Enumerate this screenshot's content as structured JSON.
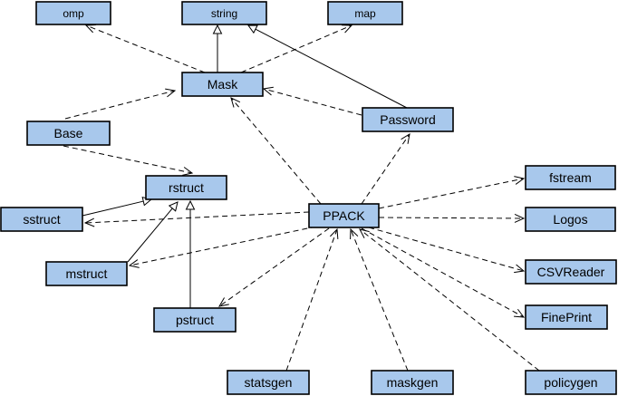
{
  "nodes": {
    "omp": {
      "label": "omp"
    },
    "string": {
      "label": "string"
    },
    "map": {
      "label": "map"
    },
    "mask": {
      "label": "Mask"
    },
    "base": {
      "label": "Base"
    },
    "password": {
      "label": "Password"
    },
    "rstruct": {
      "label": "rstruct"
    },
    "sstruct": {
      "label": "sstruct"
    },
    "ppack": {
      "label": "PPACK"
    },
    "fstream": {
      "label": "fstream"
    },
    "logos": {
      "label": "Logos"
    },
    "mstruct": {
      "label": "mstruct"
    },
    "csvreader": {
      "label": "CSVReader"
    },
    "pstruct": {
      "label": "pstruct"
    },
    "fineprint": {
      "label": "FinePrint"
    },
    "statsgen": {
      "label": "statsgen"
    },
    "maskgen": {
      "label": "maskgen"
    },
    "policygen": {
      "label": "policygen"
    }
  },
  "colors": {
    "node_fill": "#a8c8ec",
    "stroke": "#000000"
  },
  "edges": [
    {
      "from": "mask",
      "to": "omp",
      "style": "dashed",
      "head": "open"
    },
    {
      "from": "mask",
      "to": "string",
      "style": "solid",
      "head": "hollow-triangle"
    },
    {
      "from": "mask",
      "to": "map",
      "style": "dashed",
      "head": "open"
    },
    {
      "from": "password",
      "to": "string",
      "style": "solid",
      "head": "hollow-triangle"
    },
    {
      "from": "password",
      "to": "mask",
      "style": "dashed",
      "head": "open"
    },
    {
      "from": "base",
      "to": "mask",
      "style": "dashed",
      "head": "open"
    },
    {
      "from": "base",
      "to": "rstruct",
      "style": "dashed",
      "head": "open"
    },
    {
      "from": "sstruct",
      "to": "rstruct",
      "style": "solid",
      "head": "hollow-triangle"
    },
    {
      "from": "mstruct",
      "to": "rstruct",
      "style": "solid",
      "head": "hollow-triangle"
    },
    {
      "from": "pstruct",
      "to": "rstruct",
      "style": "solid",
      "head": "hollow-triangle"
    },
    {
      "from": "ppack",
      "to": "mask",
      "style": "dashed",
      "head": "open"
    },
    {
      "from": "ppack",
      "to": "password",
      "style": "dashed",
      "head": "open"
    },
    {
      "from": "ppack",
      "to": "sstruct",
      "style": "dashed",
      "head": "open"
    },
    {
      "from": "ppack",
      "to": "mstruct",
      "style": "dashed",
      "head": "open"
    },
    {
      "from": "ppack",
      "to": "pstruct",
      "style": "dashed",
      "head": "open"
    },
    {
      "from": "ppack",
      "to": "fstream",
      "style": "dashed",
      "head": "open"
    },
    {
      "from": "ppack",
      "to": "logos",
      "style": "dashed",
      "head": "open"
    },
    {
      "from": "ppack",
      "to": "csvreader",
      "style": "dashed",
      "head": "open"
    },
    {
      "from": "ppack",
      "to": "fineprint",
      "style": "dashed",
      "head": "open"
    },
    {
      "from": "statsgen",
      "to": "ppack",
      "style": "dashed",
      "head": "open"
    },
    {
      "from": "maskgen",
      "to": "ppack",
      "style": "dashed",
      "head": "open"
    },
    {
      "from": "policygen",
      "to": "ppack",
      "style": "dashed",
      "head": "open"
    }
  ]
}
